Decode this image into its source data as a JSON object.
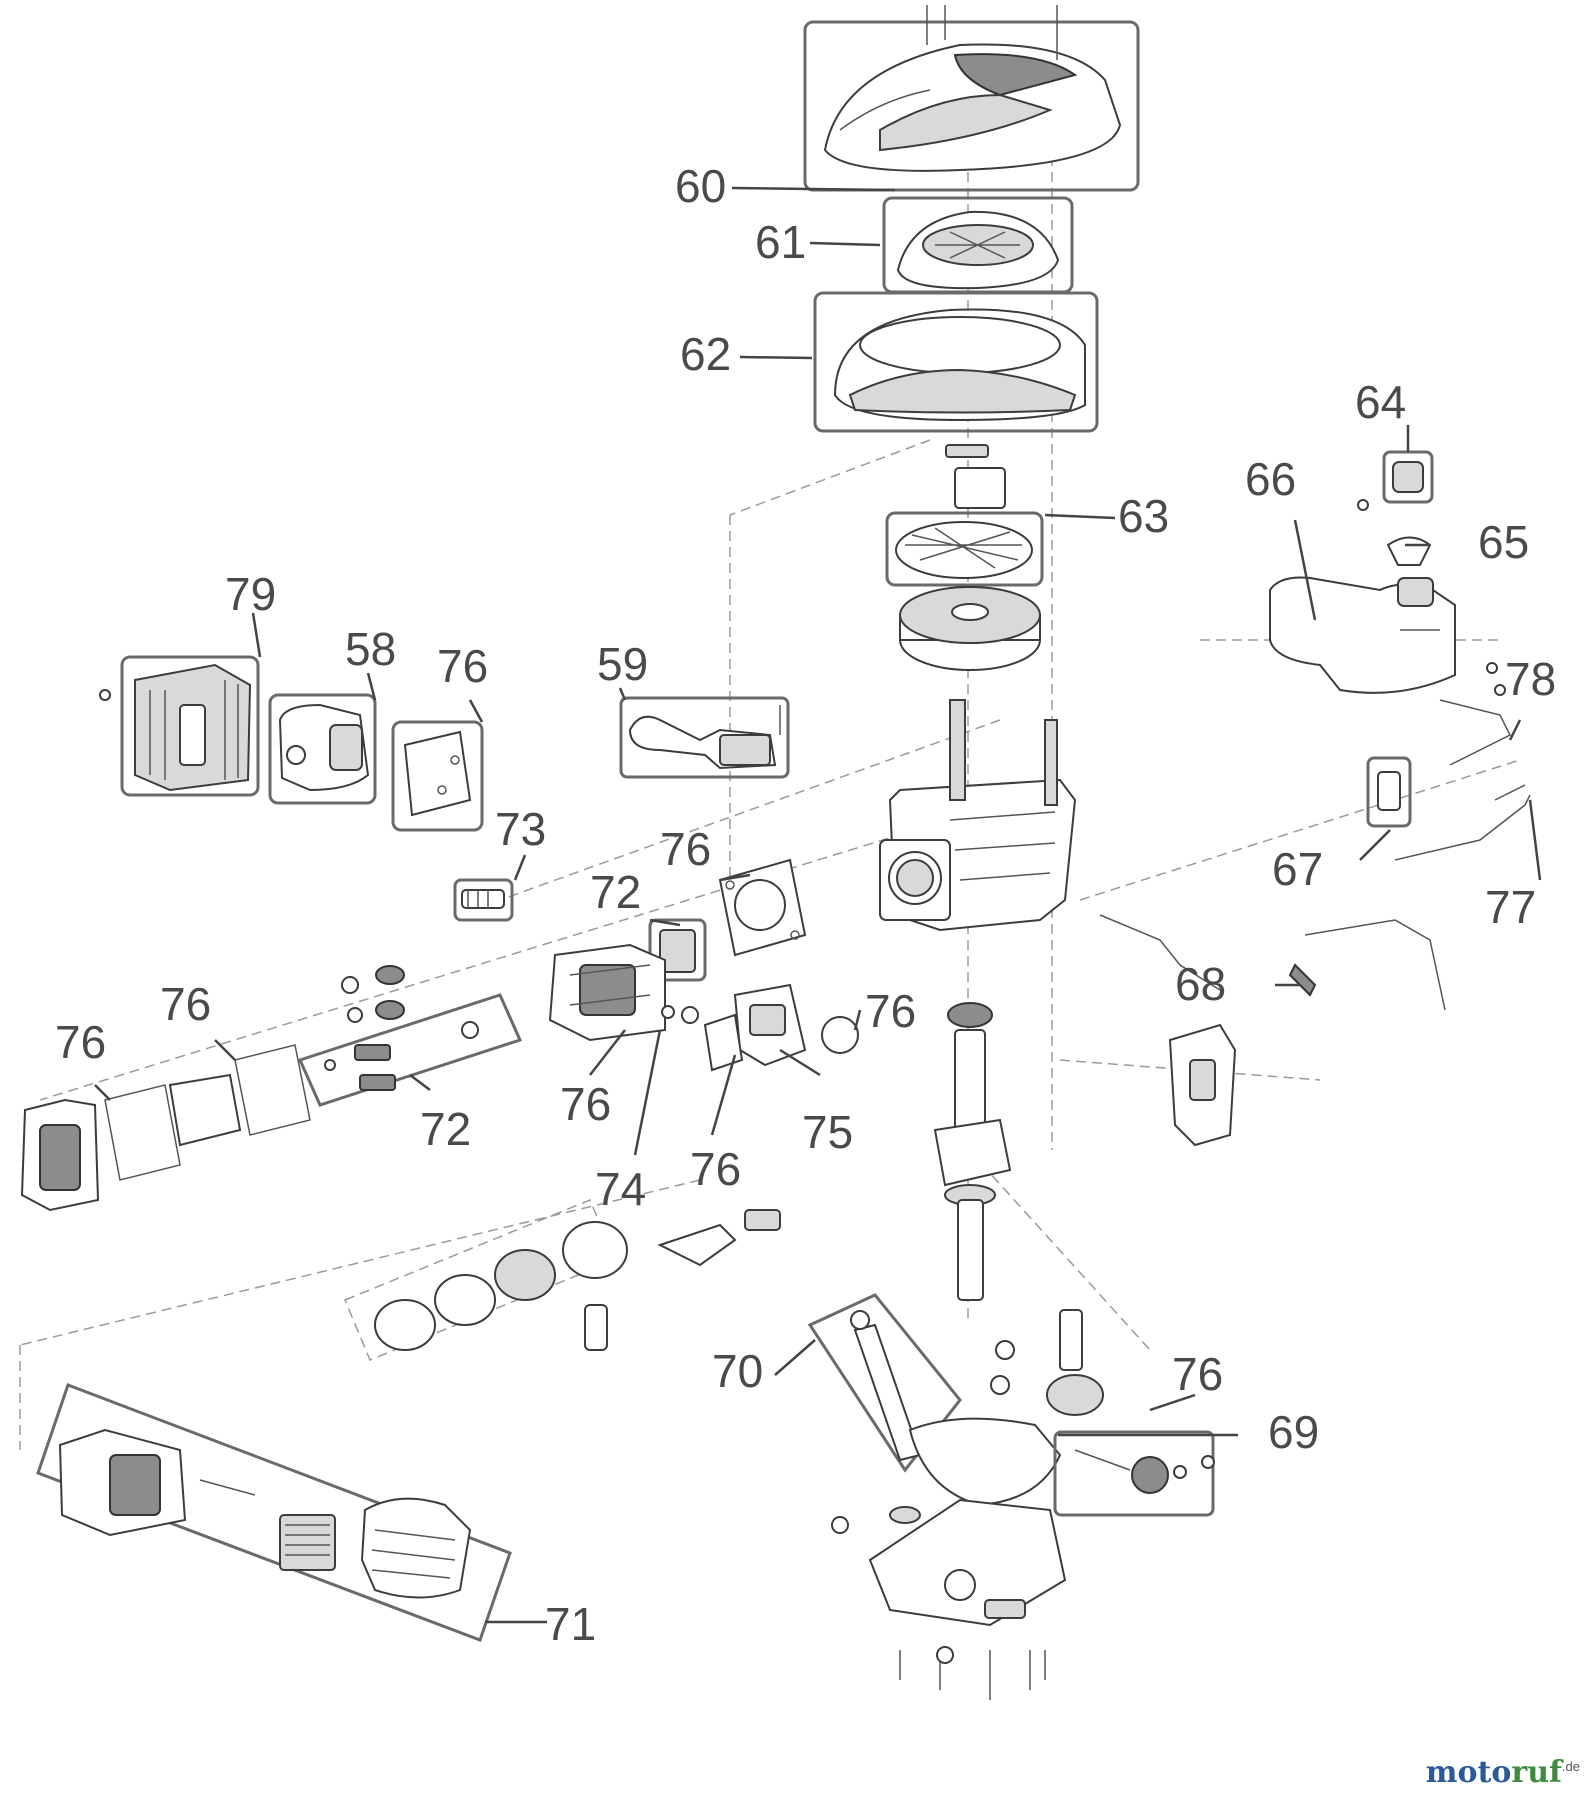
{
  "callouts": {
    "c58": "58",
    "c59": "59",
    "c60": "60",
    "c61": "61",
    "c62": "62",
    "c63": "63",
    "c64": "64",
    "c65": "65",
    "c66": "66",
    "c67": "67",
    "c68": "68",
    "c69": "69",
    "c70": "70",
    "c71": "71",
    "c72a": "72",
    "c72b": "72",
    "c73": "73",
    "c74": "74",
    "c75": "75",
    "c76a": "76",
    "c76b": "76",
    "c76c": "76",
    "c76d": "76",
    "c76e": "76",
    "c76f": "76",
    "c76g": "76",
    "c76h": "76",
    "c77": "77",
    "c78": "78",
    "c79": "79"
  },
  "watermark": {
    "part1": "moto",
    "part2": "ruf",
    "tld": ".de"
  }
}
